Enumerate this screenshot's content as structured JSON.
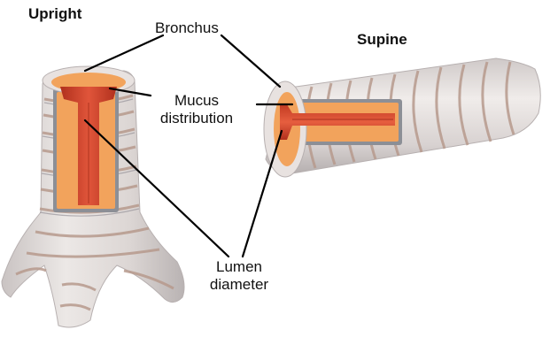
{
  "labels": {
    "upright": "Upright",
    "supine": "Supine",
    "bronchus": "Bronchus",
    "mucus_line1": "Mucus",
    "mucus_line2": "distribution",
    "lumen_line1": "Lumen",
    "lumen_line2": "diameter"
  },
  "colors": {
    "wall": "#ddd8d6",
    "ring": "#b79a8d",
    "ring_shadow": "#8e8a92",
    "cut_gray": "#8c8f96",
    "mucosa": "#f2a35c",
    "lumen": "#d4452a",
    "lumen_dark": "#b0301d",
    "leader": "#000000"
  }
}
